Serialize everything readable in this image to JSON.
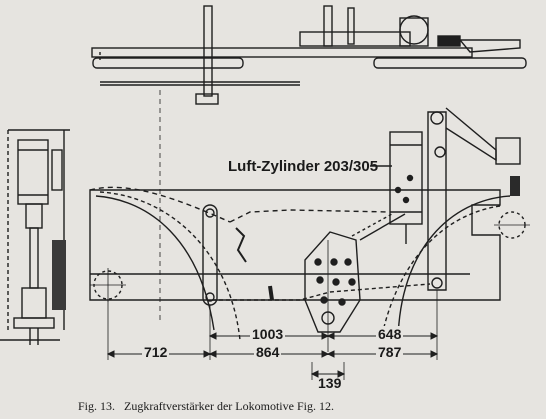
{
  "diagram": {
    "title": "Luft-Zylinder 203/305",
    "dimensions": {
      "d712": "712",
      "d1003": "1003",
      "d864": "864",
      "d648": "648",
      "d787": "787",
      "d139": "139"
    },
    "caption": {
      "fig": "Fig. 13.",
      "text": "Zugkraftverstärker der Lokomotive Fig. 12."
    }
  }
}
